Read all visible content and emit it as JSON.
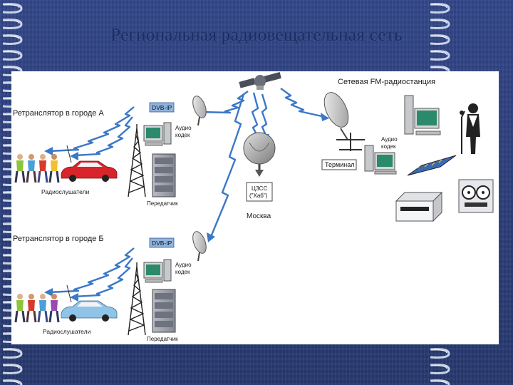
{
  "slide": {
    "title": "Региональная радиовещательная сеть"
  },
  "diagram": {
    "retranslator_a": "Ретранслятор в городе А",
    "retranslator_b": "Ретранслятор в городе Б",
    "dvb_label_a": "DVB-IP",
    "dvb_label_b": "DVB-IP",
    "codec_a": [
      "Аудио",
      "кодек"
    ],
    "codec_b": [
      "Аудио",
      "кодек"
    ],
    "transmitter_a": "Передатчик",
    "transmitter_b": "Передатчик",
    "listeners_a": "Радиослушатели",
    "listeners_b": "Радиослушатели",
    "hub": [
      "ЦЗСС",
      "(\"Хаб\")"
    ],
    "moscow": "Москва",
    "fm_station": "Сетевая FM-радиостанция",
    "studio_codec": [
      "Аудио",
      "кодек"
    ],
    "terminal": "Терминал"
  },
  "colors": {
    "signal": "#3a78c8",
    "car_a": "#d8242a",
    "car_b": "#8fc4e8",
    "dvb_box": "#8fb4e0",
    "background": "#2c3e78"
  }
}
